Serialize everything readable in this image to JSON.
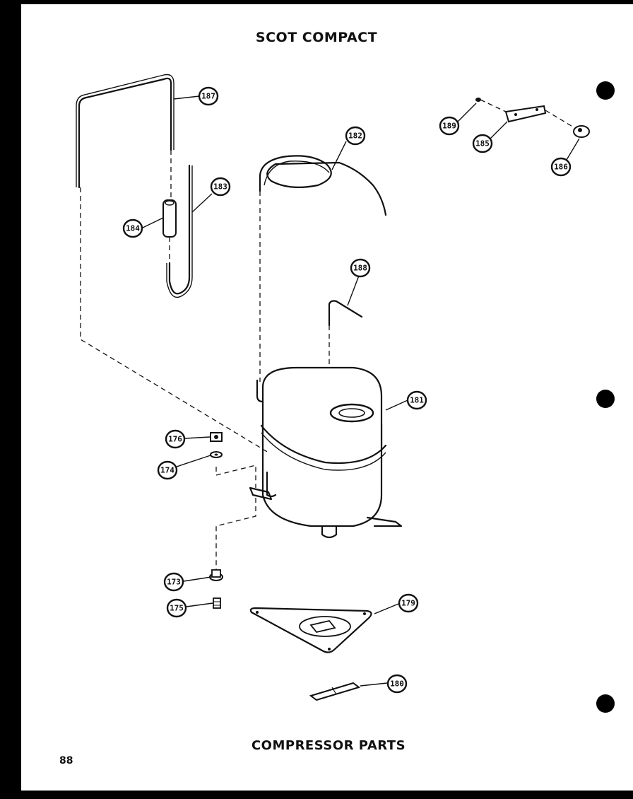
{
  "header": {
    "title": "SCOT COMPACT"
  },
  "footer": {
    "title": "COMPRESSOR PARTS",
    "page_number": "88"
  },
  "callouts": [
    {
      "id": "187",
      "label": "187"
    },
    {
      "id": "182",
      "label": "182"
    },
    {
      "id": "183",
      "label": "183"
    },
    {
      "id": "184",
      "label": "184"
    },
    {
      "id": "188",
      "label": "188"
    },
    {
      "id": "189",
      "label": "189"
    },
    {
      "id": "185",
      "label": "185"
    },
    {
      "id": "186",
      "label": "186"
    },
    {
      "id": "181",
      "label": "181"
    },
    {
      "id": "176",
      "label": "176"
    },
    {
      "id": "174",
      "label": "174"
    },
    {
      "id": "173",
      "label": "173"
    },
    {
      "id": "175",
      "label": "175"
    },
    {
      "id": "179",
      "label": "179"
    },
    {
      "id": "180",
      "label": "180"
    }
  ]
}
